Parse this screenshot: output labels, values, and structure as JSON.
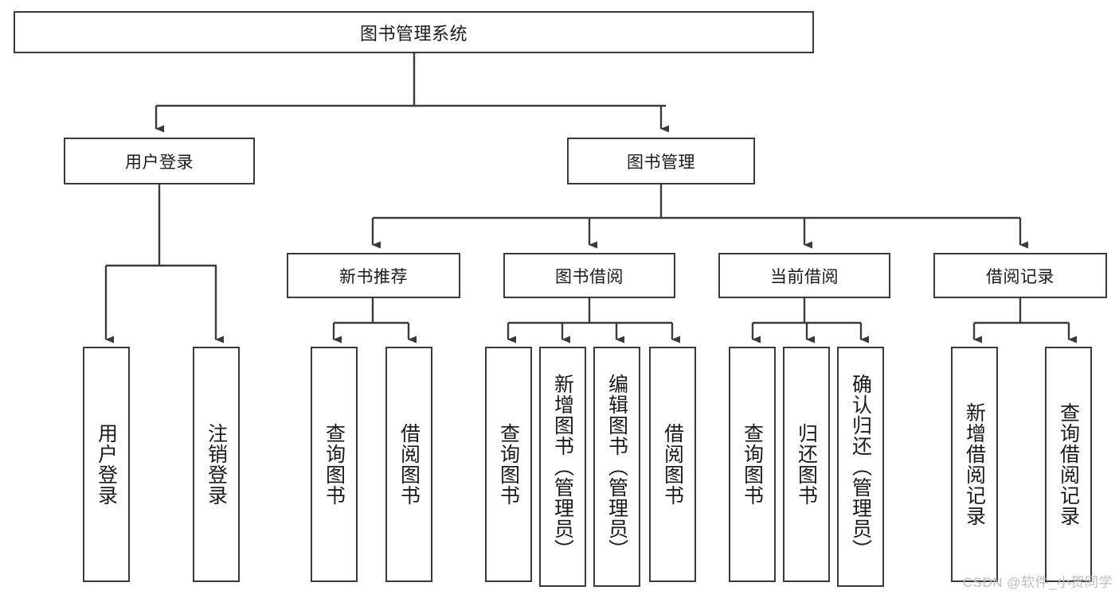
{
  "diagram": {
    "title": "图书管理系统",
    "type": "hierarchy-tree",
    "watermark": "CSDN @软件_小贺同学",
    "levels": {
      "level1": [
        {
          "id": "root",
          "label": "图书管理系统"
        }
      ],
      "level2": [
        {
          "id": "user-login",
          "label": "用户登录"
        },
        {
          "id": "book-manage",
          "label": "图书管理"
        }
      ],
      "level3": [
        {
          "id": "new-book-rec",
          "label": "新书推荐"
        },
        {
          "id": "book-borrow",
          "label": "图书借阅"
        },
        {
          "id": "current-borrow",
          "label": "当前借阅"
        },
        {
          "id": "borrow-record",
          "label": "借阅记录"
        }
      ],
      "level4": [
        {
          "id": "leaf-user-login",
          "label": "用户登录"
        },
        {
          "id": "leaf-logout",
          "label": "注销登录"
        },
        {
          "id": "leaf-query-book-1",
          "label": "查询图书"
        },
        {
          "id": "leaf-borrow-book-1",
          "label": "借阅图书"
        },
        {
          "id": "leaf-query-book-2",
          "label": "查询图书"
        },
        {
          "id": "leaf-add-book-admin",
          "label": "新增图书（管理员）"
        },
        {
          "id": "leaf-edit-book-admin",
          "label": "编辑图书（管理员）"
        },
        {
          "id": "leaf-borrow-book-2",
          "label": "借阅图书"
        },
        {
          "id": "leaf-query-book-3",
          "label": "查询图书"
        },
        {
          "id": "leaf-return-book",
          "label": "归还图书"
        },
        {
          "id": "leaf-confirm-return-admin",
          "label": "确认归还（管理员）"
        },
        {
          "id": "leaf-add-borrow-record",
          "label": "新增借阅记录"
        },
        {
          "id": "leaf-query-borrow-record",
          "label": "查询借阅记录"
        }
      ]
    },
    "edges": [
      {
        "from": "root",
        "to": "user-login"
      },
      {
        "from": "root",
        "to": "book-manage"
      },
      {
        "from": "user-login",
        "to": "leaf-user-login"
      },
      {
        "from": "user-login",
        "to": "leaf-logout"
      },
      {
        "from": "book-manage",
        "to": "new-book-rec"
      },
      {
        "from": "book-manage",
        "to": "book-borrow"
      },
      {
        "from": "book-manage",
        "to": "current-borrow"
      },
      {
        "from": "book-manage",
        "to": "borrow-record"
      },
      {
        "from": "new-book-rec",
        "to": "leaf-query-book-1"
      },
      {
        "from": "new-book-rec",
        "to": "leaf-borrow-book-1"
      },
      {
        "from": "book-borrow",
        "to": "leaf-query-book-2"
      },
      {
        "from": "book-borrow",
        "to": "leaf-add-book-admin"
      },
      {
        "from": "book-borrow",
        "to": "leaf-edit-book-admin"
      },
      {
        "from": "book-borrow",
        "to": "leaf-borrow-book-2"
      },
      {
        "from": "current-borrow",
        "to": "leaf-query-book-3"
      },
      {
        "from": "current-borrow",
        "to": "leaf-return-book"
      },
      {
        "from": "current-borrow",
        "to": "leaf-confirm-return-admin"
      },
      {
        "from": "borrow-record",
        "to": "leaf-add-borrow-record"
      },
      {
        "from": "borrow-record",
        "to": "leaf-query-borrow-record"
      }
    ],
    "colors": {
      "stroke": "#3a3a3a",
      "fill": "#ffffff",
      "text": "#1a1a1a",
      "watermark": "#bdbdbd"
    }
  }
}
